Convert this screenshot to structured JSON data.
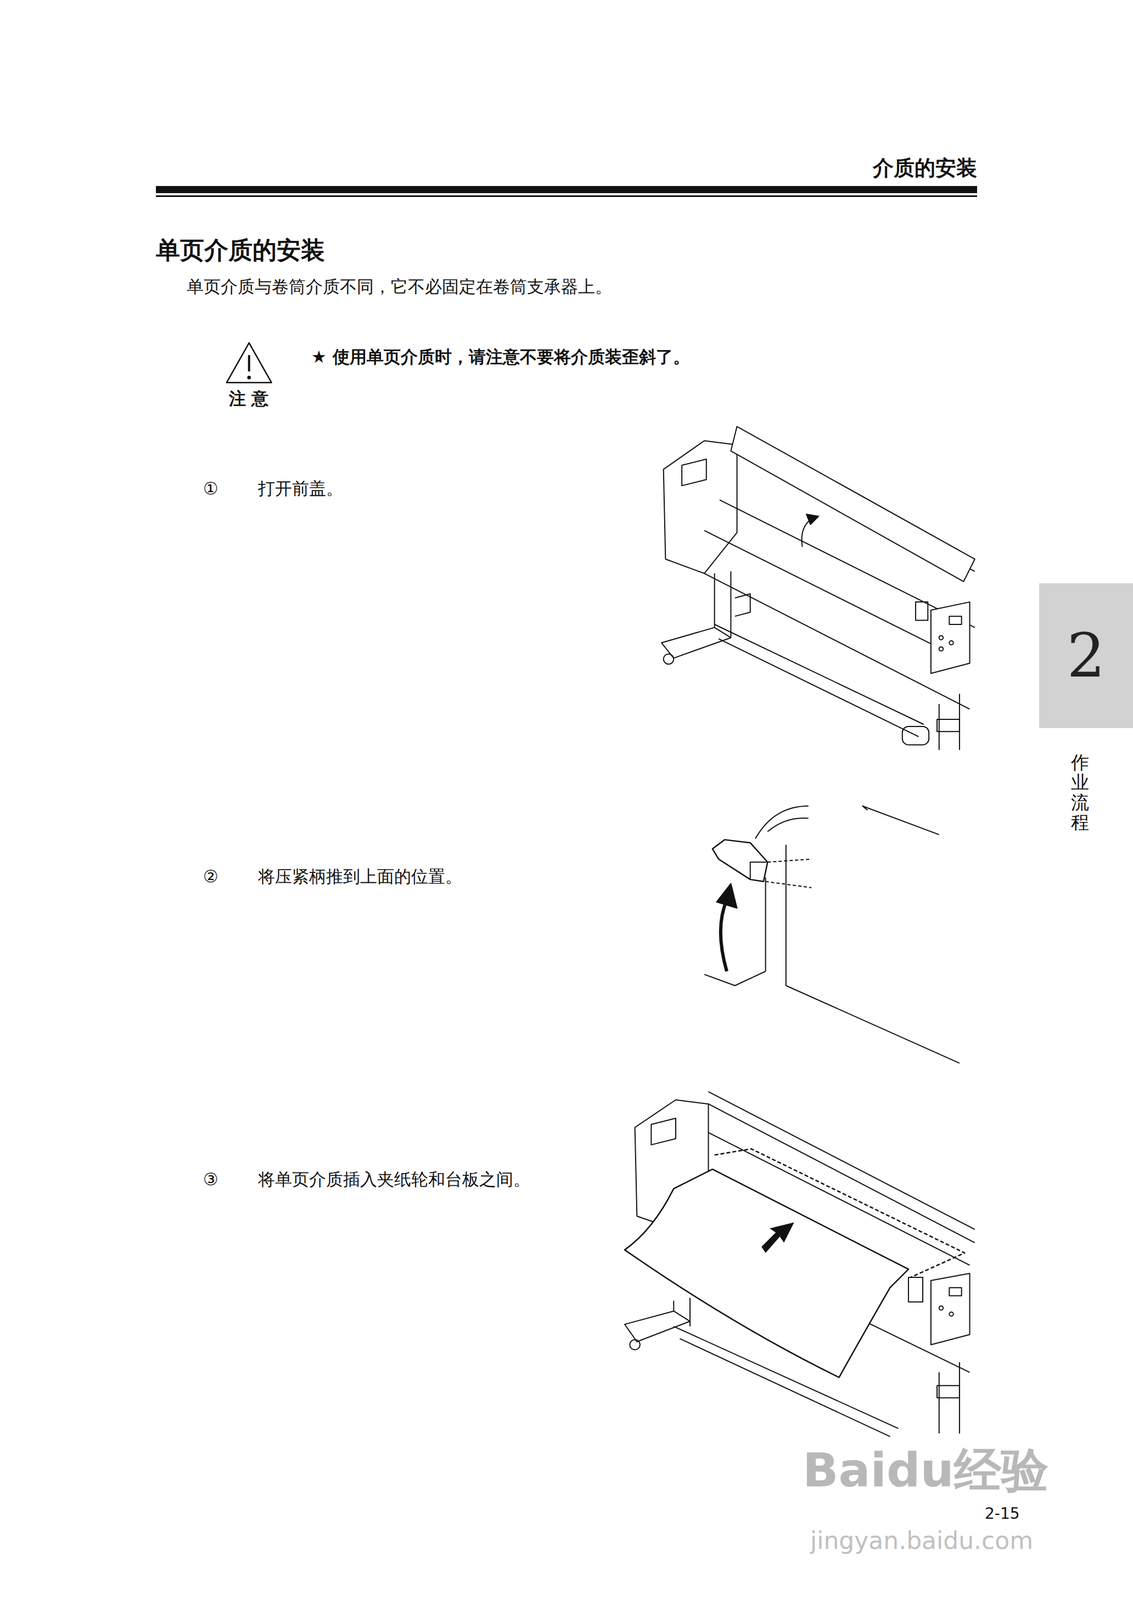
{
  "diagram": {
    "title": "单页介质的安装",
    "nodes": [
      {
        "text": [
          "2"
        ]
      }
    ],
    "labels": [
      "介质的安装",
      "单页介质与卷筒介质不同，它不必固定在卷筒支承器上。",
      "注 意",
      "★ 使用单页介质时，请注意不要将介质装歪斜了。",
      "①",
      "打开前盖。",
      "②",
      "将压紧柄推到上面的位置。",
      "③",
      "将单页介质插入夹纸轮和台板之间。",
      "作业流程",
      "2-15",
      "Baidu经验",
      "jingyan.baidu.com"
    ]
  }
}
